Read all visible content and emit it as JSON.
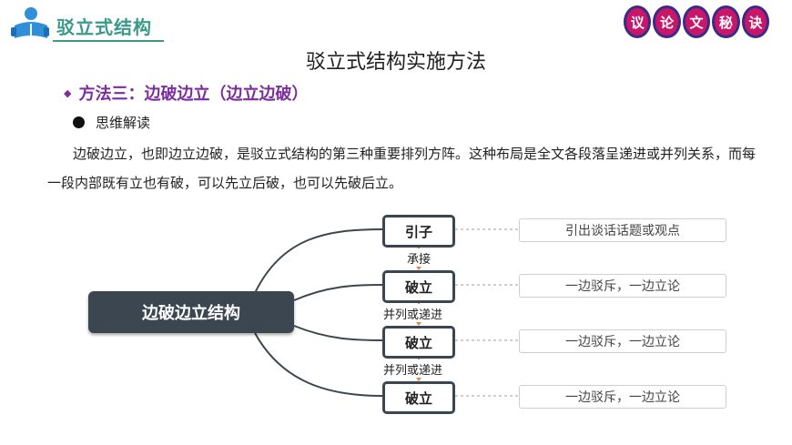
{
  "header": {
    "logo_title": "驳立式结构",
    "badges": [
      "议",
      "论",
      "文",
      "秘",
      "诀"
    ],
    "colors": {
      "accent": "#3a9a8a",
      "badge": "#c8176a",
      "badge_border": "#3b2a86",
      "method": "#7b2d9e"
    }
  },
  "page_title": "驳立式结构实施方法",
  "method_title": "方法三：边破边立（边立边破）",
  "sub_title": "思维解读",
  "paragraph": "边破边立，也即边立边破，是驳立式结构的第三种重要排列方阵。这种布局是全文各段落呈递进或并列关系，而每一段内部既有立也有破，可以先立后破，也可以先破后立。",
  "diagram": {
    "root": "边破边立结构",
    "steps": [
      {
        "label": "引子",
        "desc": "引出谈话话题或观点"
      },
      {
        "label": "破立",
        "desc": "一边驳斥，一边立论"
      },
      {
        "label": "破立",
        "desc": "一边驳斥，一边立论"
      },
      {
        "label": "破立",
        "desc": "一边驳斥，一边立论"
      }
    ],
    "connectors": [
      "承接",
      "并列或递进",
      "并列或递进"
    ]
  }
}
